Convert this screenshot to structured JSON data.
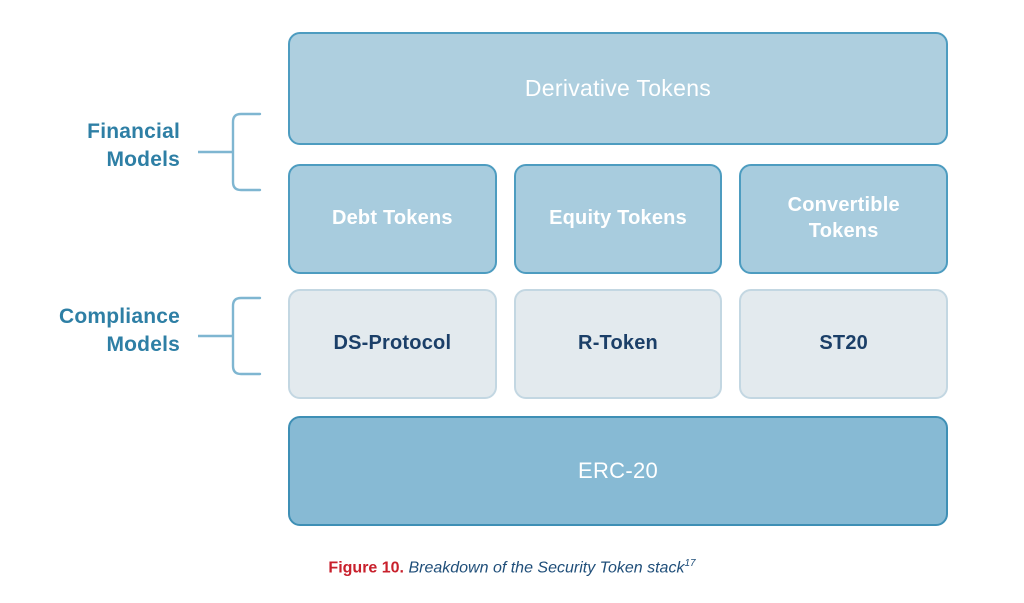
{
  "figure": {
    "title_prefix": "Figure 10.",
    "caption": "Breakdown of the Security Token stack",
    "footnote_marker": "17"
  },
  "groups": [
    {
      "id": "financial",
      "line1": "Financial",
      "line2": "Models",
      "bracket_icon": "curly-brace-icon"
    },
    {
      "id": "compliance",
      "line1": "Compliance",
      "line2": "Models",
      "bracket_icon": "curly-brace-icon"
    }
  ],
  "rows": [
    {
      "id": "derivative",
      "boxes": [
        {
          "label": "Derivative Tokens"
        }
      ]
    },
    {
      "id": "financial",
      "boxes": [
        {
          "label": "Debt Tokens"
        },
        {
          "label": "Equity Tokens"
        },
        {
          "label": "Convertible Tokens"
        }
      ]
    },
    {
      "id": "compliance",
      "boxes": [
        {
          "label": "DS-Protocol"
        },
        {
          "label": "R-Token"
        },
        {
          "label": "ST20"
        }
      ]
    },
    {
      "id": "base",
      "boxes": [
        {
          "label": "ERC-20"
        }
      ]
    }
  ],
  "colors": {
    "background": "#FFFFFF",
    "label_blue": "#2E7FA5",
    "bracket_blue": "#7FB6D1",
    "derivative_fill": "#AECFDF",
    "derivative_border": "#4D9CC0",
    "financial_fill": "#A8CCDE",
    "financial_border": "#4D9CC0",
    "compliance_fill": "#E3EAEE",
    "compliance_border": "#C3D7E2",
    "base_fill": "#87BAD4",
    "base_border": "#3E8FB5",
    "compliance_text": "#1B3F68",
    "box_text_light": "#FFFFFF",
    "caption_red": "#C8202C",
    "caption_blue": "#1F4E79"
  }
}
